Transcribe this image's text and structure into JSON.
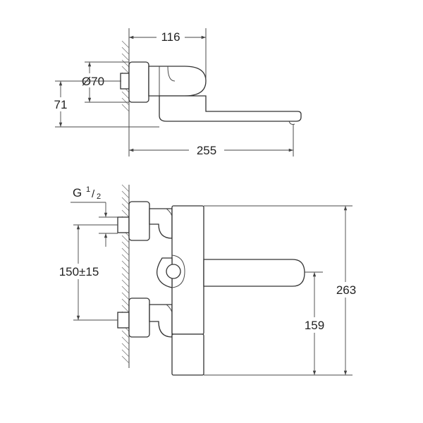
{
  "top_view": {
    "dim_depth": "116",
    "dim_diameter": "Ø70",
    "dim_height": "71",
    "dim_length": "255"
  },
  "front_view": {
    "thread_G": "G",
    "thread_num": "1",
    "thread_den": "2",
    "dim_spacing": "150±15",
    "dim_total_height": "263",
    "dim_spout_height": "159"
  },
  "colors": {
    "line": "#4a4a4a",
    "background": "#ffffff"
  }
}
